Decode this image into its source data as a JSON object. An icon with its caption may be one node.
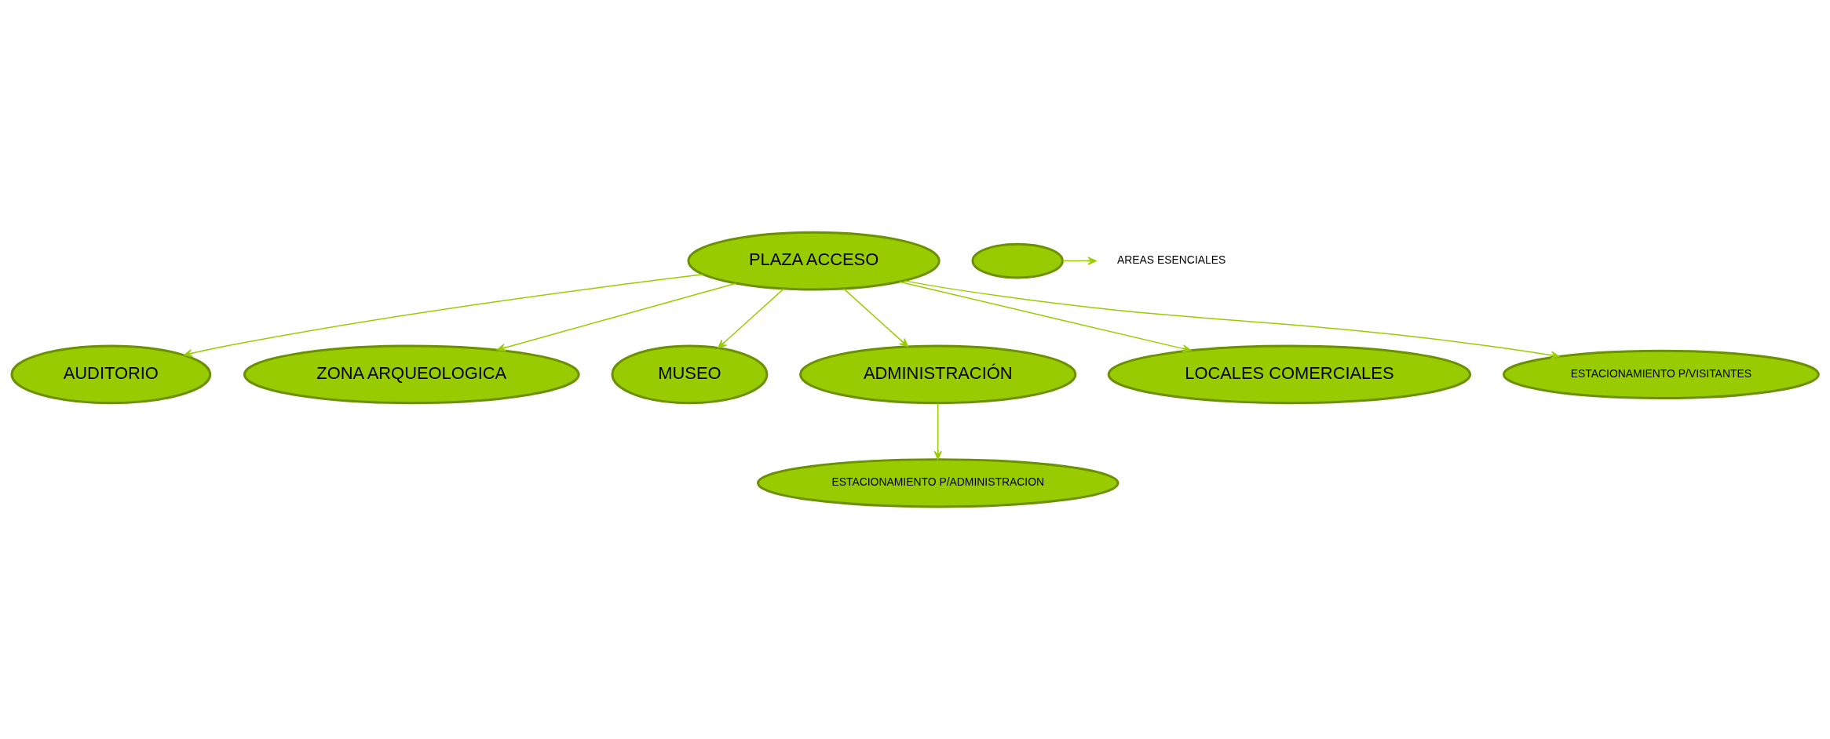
{
  "diagram": {
    "nodes": [
      {
        "text": [
          "AUDITORIO"
        ]
      },
      {
        "text": [
          "ZONA ARQUEOLOGICA"
        ]
      },
      {
        "text": [],
        "shape": "ellipse"
      },
      {
        "text": [
          "AREAS ESENCIALES"
        ]
      },
      {
        "text": [
          "MUSEO"
        ]
      },
      {
        "text": [
          "ADMINISTRACIÓN"
        ]
      },
      {
        "text": [
          "LOCALES COMERCIALES"
        ]
      },
      {
        "text": [
          "PLAZA ACCESO"
        ]
      },
      {
        "text": [
          "ESTACIONAMIENTO P/ADMINISTRACION"
        ]
      },
      {
        "text": [
          "ESTACIONAMIENTO P/VISITANTES"
        ]
      }
    ],
    "edges": [
      {
        "from": 7,
        "to": 0,
        "arrow": "to"
      },
      {
        "from": 7,
        "to": 1,
        "arrow": "to"
      },
      {
        "from": 2,
        "to": 3,
        "arrow": "to"
      },
      {
        "from": 7,
        "to": 4,
        "arrow": "to"
      },
      {
        "from": 7,
        "to": 5,
        "arrow": "to"
      },
      {
        "from": 7,
        "to": 6,
        "arrow": "to"
      },
      {
        "from": 5,
        "to": 8,
        "arrow": "to"
      },
      {
        "from": 7,
        "to": 9,
        "arrow": "to"
      }
    ]
  }
}
